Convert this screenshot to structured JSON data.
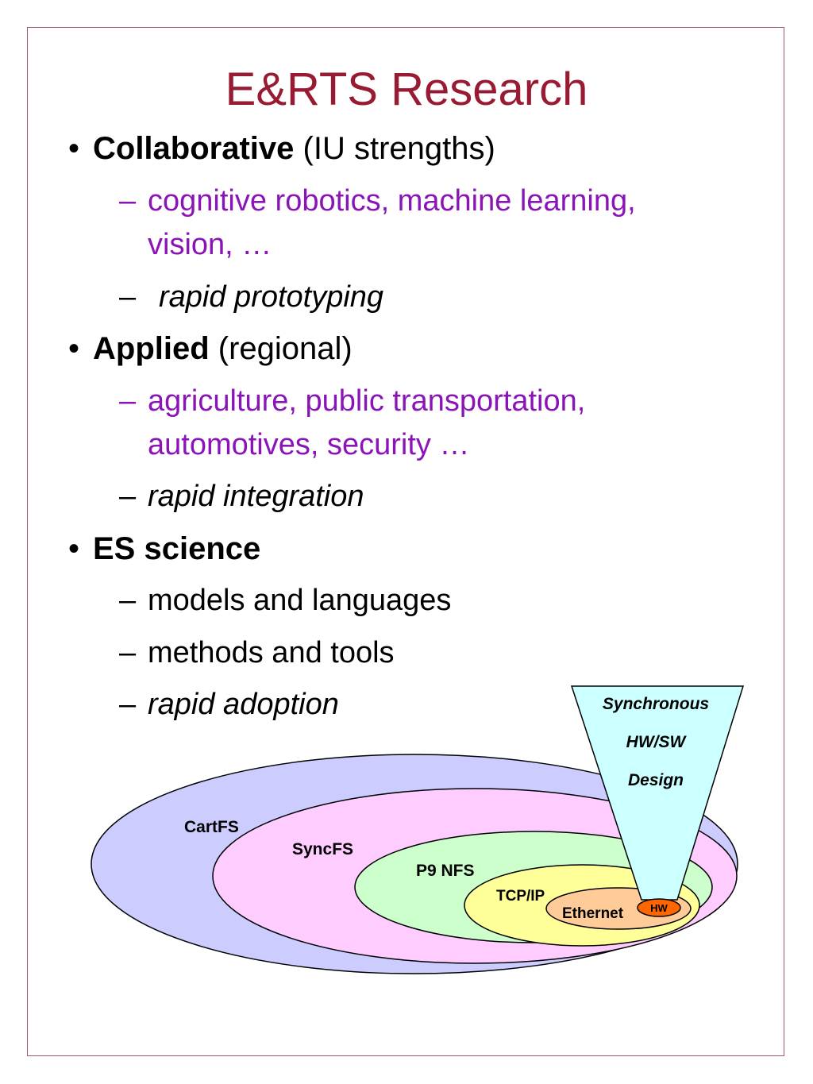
{
  "title": "E&RTS Research",
  "bullets": [
    {
      "bold": "Collaborative",
      "rest": " (IU strengths)",
      "subs": [
        {
          "lines": [
            "cognitive robotics, machine learning,",
            "vision, …"
          ],
          "style": "purple"
        },
        {
          "lines": [
            "rapid prototyping"
          ],
          "style": "italic"
        }
      ]
    },
    {
      "bold": "Applied",
      "rest": " (regional)",
      "subs": [
        {
          "lines": [
            "agriculture, public transportation,",
            "automotives, security …"
          ],
          "style": "purple"
        },
        {
          "lines": [
            "rapid integration"
          ],
          "style": "italic"
        }
      ]
    },
    {
      "bold": "ES science",
      "rest": "",
      "subs": [
        {
          "lines": [
            "models and languages"
          ],
          "style": "normal"
        },
        {
          "lines": [
            "methods and tools"
          ],
          "style": "normal"
        },
        {
          "lines": [
            "rapid adoption"
          ],
          "style": "italic"
        }
      ]
    }
  ],
  "bullet_glyph": "•",
  "dash_glyph": "–",
  "diagram": {
    "layers": [
      {
        "label": "CartFS",
        "color": "#ccccff"
      },
      {
        "label": "SyncFS",
        "color": "#ffccff"
      },
      {
        "label": "P9 NFS",
        "color": "#ccffcc"
      },
      {
        "label": "TCP/IP",
        "color": "#ffff99"
      },
      {
        "label": "Ethernet",
        "color": "#ffcc99"
      },
      {
        "label": "HW",
        "color": "#ff6600"
      }
    ],
    "funnel": {
      "lines": [
        "Synchronous",
        "HW/SW",
        "Design"
      ],
      "color": "#ccffff"
    }
  }
}
